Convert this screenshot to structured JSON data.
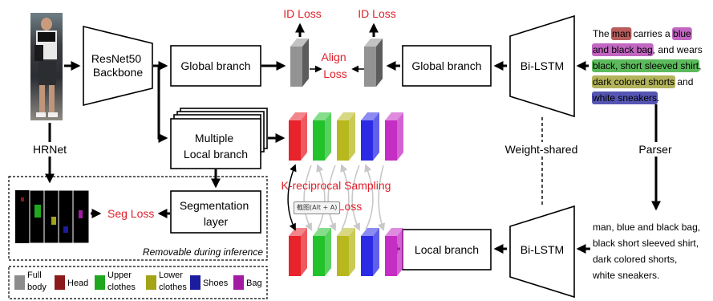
{
  "blocks": {
    "backbone": [
      "ResNet50",
      "Backbone"
    ],
    "global_branch_img": "Global branch",
    "global_branch_txt": "Global branch",
    "local_branch_img": [
      "Multiple",
      "Local branch"
    ],
    "local_branch_txt": "Local branch",
    "segmentation": [
      "Segmentation",
      "layer"
    ],
    "bilstm_top": "Bi-LSTM",
    "bilstm_bottom": "Bi-LSTM"
  },
  "labels": {
    "id_loss_left": "ID Loss",
    "id_loss_right": "ID Loss",
    "align_loss": [
      "Align",
      "Loss"
    ],
    "hrnet": "HRNet",
    "seg_loss": "Seg Loss",
    "weight_shared": "Weight-shared",
    "parser": "Parser",
    "k_reciprocal": "K-reciprocal Sampling",
    "align_loss_partial": "n Loss",
    "removable": "Removable during inference"
  },
  "tooltip": "截图(Alt + A)",
  "sentence": {
    "lines": [
      [
        {
          "t": "The ",
          "c": "none"
        },
        {
          "t": "man",
          "c": "head"
        },
        {
          "t": " carries a ",
          "c": "none"
        },
        {
          "t": "blue",
          "c": "bag"
        }
      ],
      [
        {
          "t": "and black bag",
          "c": "bag"
        },
        {
          "t": ", and wears",
          "c": "none"
        }
      ],
      [
        {
          "t": "black, short sleeved shirt",
          "c": "upper"
        },
        {
          "t": ",",
          "c": "none"
        }
      ],
      [
        {
          "t": "dark colored shorts",
          "c": "lower"
        },
        {
          "t": " and",
          "c": "none"
        }
      ],
      [
        {
          "t": "white sneakers",
          "c": "shoes"
        },
        {
          "t": ".",
          "c": "none"
        }
      ]
    ]
  },
  "phrases": [
    [
      {
        "t": "man",
        "c": "head"
      },
      {
        "t": ", ",
        "c": "none"
      },
      {
        "t": "blue and black bag",
        "c": "bag"
      },
      {
        "t": ",",
        "c": "none"
      }
    ],
    [
      {
        "t": "black short sleeved shirt",
        "c": "upper"
      },
      {
        "t": ",",
        "c": "none"
      }
    ],
    [
      {
        "t": "dark colored shorts",
        "c": "lower"
      },
      {
        "t": ",",
        "c": "none"
      }
    ],
    [
      {
        "t": "white sneakers",
        "c": "shoes"
      },
      {
        "t": ".",
        "c": "none"
      }
    ]
  ],
  "legend": [
    {
      "label": [
        "Full",
        "body"
      ],
      "key": "full"
    },
    {
      "label": [
        "Head"
      ],
      "key": "head"
    },
    {
      "label": [
        "Upper",
        "clothes"
      ],
      "key": "upper"
    },
    {
      "label": [
        "Lower",
        "clothes"
      ],
      "key": "lower"
    },
    {
      "label": [
        "Shoes"
      ],
      "key": "shoes"
    },
    {
      "label": [
        "Bag"
      ],
      "key": "bag"
    }
  ],
  "colors": {
    "full": "#8c8c8c",
    "head": "#8b1a1a",
    "upper": "#1fa81f",
    "lower": "#a3a317",
    "shoes": "#1c1c9e",
    "bag": "#a31aa3",
    "loss_red": "#e0202a",
    "hl_head": "#b85c5c",
    "hl_bag": "#c266c2",
    "hl_upper": "#5cba5c",
    "hl_lower": "#b3b35c",
    "hl_shoes": "#5555b3",
    "txt_head": "#8b1a1a",
    "txt_bag": "#3030c8",
    "txt_upper": "#1f8a1f",
    "txt_lower": "#8a8a10",
    "txt_shoes": "#1c1c8a"
  },
  "feature_colors": [
    "#e8232b",
    "#22c22b",
    "#b8b81e",
    "#2b2be6",
    "#c42ec4"
  ]
}
